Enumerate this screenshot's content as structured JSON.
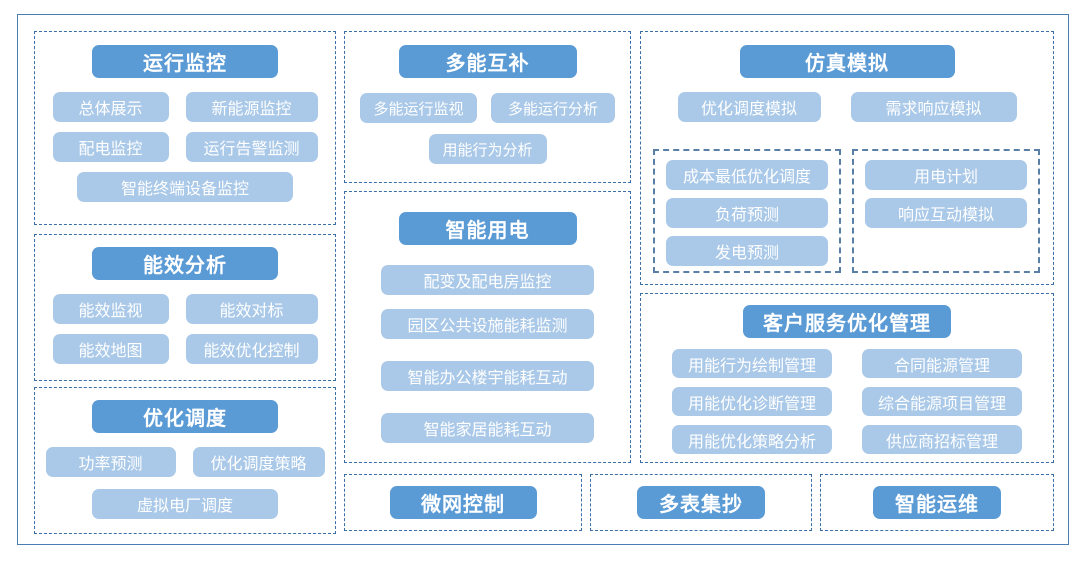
{
  "colors": {
    "header_pill": "#5B9BD5",
    "item_pill": "#AAC9E8",
    "group_border": "#3A6EA5",
    "subgroup_border": "#5A7FA6",
    "page_border": "#4A7EB0",
    "pill_text": "#FFFFFF"
  },
  "groups": {
    "operation_monitoring": {
      "title": "运行监控",
      "items": [
        "总体展示",
        "新能源监控",
        "配电监控",
        "运行告警监测",
        "智能终端设备监控"
      ]
    },
    "energy_efficiency": {
      "title": "能效分析",
      "items": [
        "能效监视",
        "能效对标",
        "能效地图",
        "能效优化控制"
      ]
    },
    "optimal_dispatch": {
      "title": "优化调度",
      "items": [
        "功率预测",
        "优化调度策略",
        "虚拟电厂调度"
      ]
    },
    "multi_energy": {
      "title": "多能互补",
      "items": [
        "多能运行监视",
        "多能运行分析",
        "用能行为分析"
      ]
    },
    "smart_electricity": {
      "title": "智能用电",
      "items": [
        "配变及配电房监控",
        "园区公共设施能耗监测",
        "智能办公楼宇能耗互动",
        "智能家居能耗互动"
      ]
    },
    "simulation": {
      "title": "仿真模拟",
      "top_items": [
        "优化调度模拟",
        "需求响应模拟"
      ],
      "sub_left": [
        "成本最低优化调度",
        "负荷预测",
        "发电预测"
      ],
      "sub_right": [
        "用电计划",
        "响应互动模拟"
      ]
    },
    "customer_service": {
      "title": "客户服务优化管理",
      "left_items": [
        "用能行为绘制管理",
        "用能优化诊断管理",
        "用能优化策略分析"
      ],
      "right_items": [
        "合同能源管理",
        "综合能源项目管理",
        "供应商招标管理"
      ]
    },
    "microgrid_control": {
      "title": "微网控制"
    },
    "multi_meter_reading": {
      "title": "多表集抄"
    },
    "smart_om": {
      "title": "智能运维"
    }
  }
}
